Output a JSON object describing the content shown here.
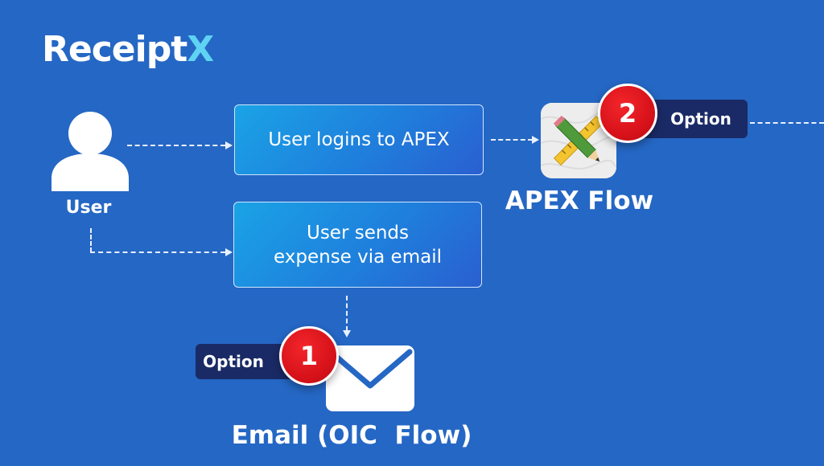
{
  "brand": {
    "name": "Receipt",
    "accent": "X",
    "accent_color": "#5fd3f3"
  },
  "background_color": "#2567c4",
  "user": {
    "label": "User",
    "icon": "user-silhouette-icon"
  },
  "steps": {
    "login": "User logins to APEX",
    "email_line1": "User sends",
    "email_line2": "expense via email"
  },
  "apex": {
    "label": "APEX Flow",
    "icon": "pencil-ruler-icon",
    "badge": "2",
    "option": "Option"
  },
  "email": {
    "label": "Email (OIC  Flow)",
    "icon": "envelope-icon",
    "badge": "1",
    "option": "Option"
  },
  "colors": {
    "badge": "#d8121a",
    "option_tag": "#1a2a66"
  }
}
